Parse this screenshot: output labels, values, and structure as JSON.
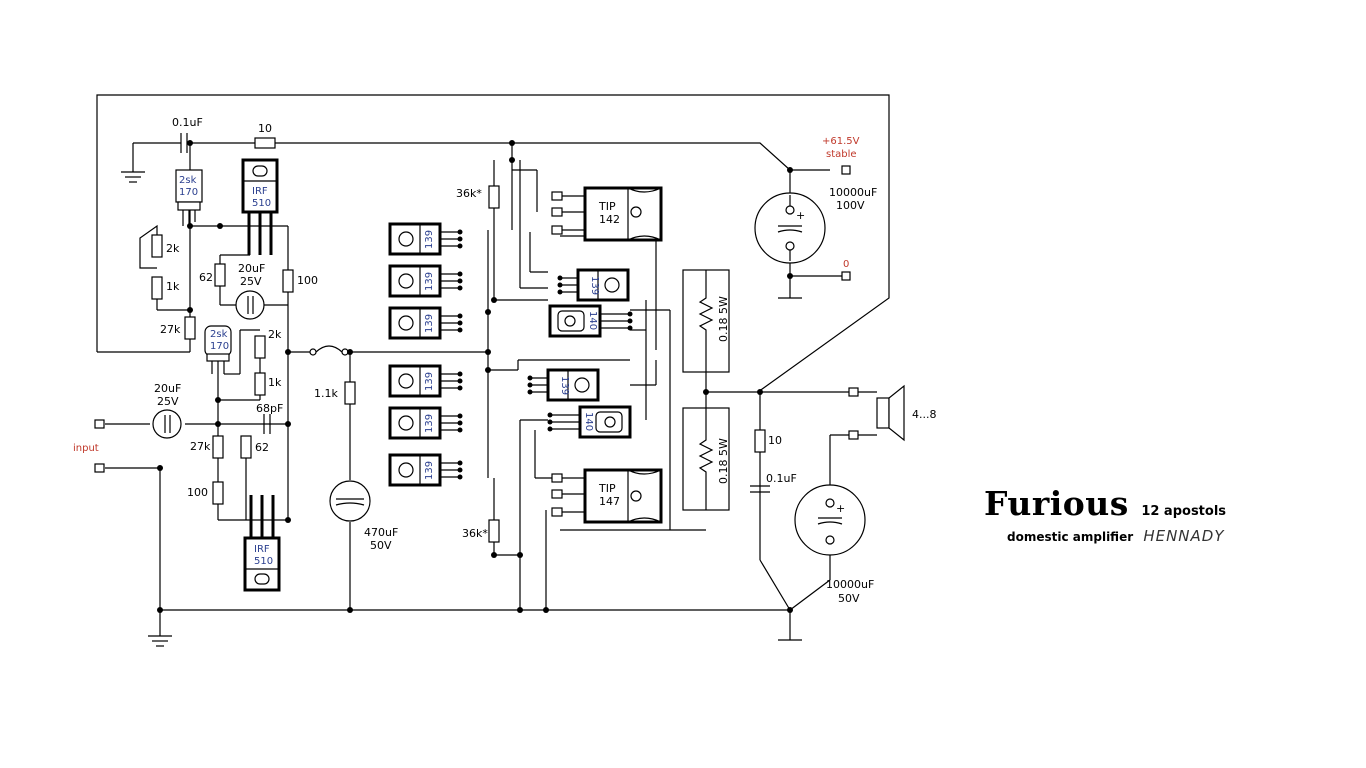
{
  "title": "Furious",
  "subtitle": "12 apostols",
  "description": "domestic amplifier",
  "author": "HENNADY",
  "labels": {
    "c_01uf_top": "0.1uF",
    "r_10_top": "10",
    "supply_voltage": "+61.5V",
    "supply_stable": "stable",
    "cap_big_top_val": "10000uF",
    "cap_big_top_v": "100V",
    "ground_label": "0",
    "q_2sk_top_a": "2sk",
    "q_2sk_top_b": "170",
    "q_irf_top_a": "IRF",
    "q_irf_top_b": "510",
    "r_2k_a": "2k",
    "r_1k_a": "1k",
    "r_62_top": "62",
    "c_20uf_top": "20uF",
    "c_25v_top": "25V",
    "r_100_top": "100",
    "r_27k_top": "27k",
    "q_2sk_mid_a": "2sk",
    "q_2sk_mid_b": "170",
    "r_2k_b": "2k",
    "r_1k_b": "1k",
    "c_20uf_in": "20uF",
    "c_25v_in": "25V",
    "c_68pf": "68pF",
    "input": "input",
    "r_27k_bot": "27k",
    "r_62_bot": "62",
    "r_100_bot": "100",
    "q_irf_bot_a": "IRF",
    "q_irf_bot_b": "510",
    "r_11k": "1.1k",
    "c_470uf": "470uF",
    "c_50v_470": "50V",
    "r_36k_top": "36k*",
    "r_36k_bot": "36k*",
    "q_139": "139",
    "q_140": "140",
    "tip_top_a": "TIP",
    "tip_top_b": "142",
    "tip_bot_a": "TIP",
    "tip_bot_b": "147",
    "r_018_top": "0.18 5W",
    "r_018_bot": "0.18 5W",
    "r_10_zobel": "10",
    "c_01uf_zobel": "0.1uF",
    "speaker": "4...8",
    "cap_big_bot_val": "10000uF",
    "cap_big_bot_v": "50V"
  }
}
